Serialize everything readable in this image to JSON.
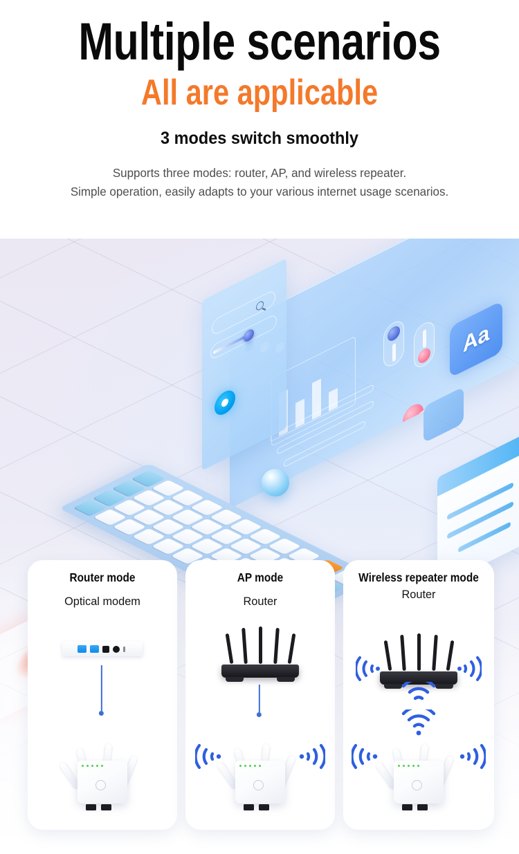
{
  "header": {
    "title": "Multiple scenarios",
    "subtitle_orange": "All are applicable",
    "subtitle_bold": "3 modes switch smoothly",
    "body_line_1": "Supports three modes: router, AP, and wireless repeater.",
    "body_line_2": "Simple operation, easily adapts to your various internet usage scenarios.",
    "colors": {
      "title": "#0a0a0a",
      "orange": "#f4792a",
      "body": "#4d4d4d"
    }
  },
  "illustration": {
    "aa_tile_label": "Aa",
    "accent_blue": "#4fa8ee",
    "accent_pink": "#fb6f92",
    "accent_red": "#ff3a26",
    "floor_color": "#ebe8f4",
    "panel_blue": "#a8caf0",
    "key_orange": "#f47d16"
  },
  "cards": [
    {
      "title": "Router mode",
      "source_label": "Optical modem",
      "source_device": "optical-modem",
      "connection": "wired",
      "device": "wifi-repeater",
      "wifi_left": false,
      "wifi_right": false
    },
    {
      "title": "AP mode",
      "source_label": "Router",
      "source_device": "black-router",
      "connection": "wired",
      "device": "wifi-repeater",
      "wifi_left": true,
      "wifi_right": true
    },
    {
      "title": "Wireless repeater mode",
      "source_label": "Router",
      "source_device": "black-router",
      "connection": "wireless",
      "device": "wifi-repeater",
      "wifi_left": true,
      "wifi_right": true
    }
  ],
  "theme": {
    "connector_blue": "#3f6fd4",
    "wifi_blue": "#2f5fe0",
    "led_green": "#4fd04f",
    "card_bg": "#ffffff",
    "page_bg": "#ffffff"
  }
}
